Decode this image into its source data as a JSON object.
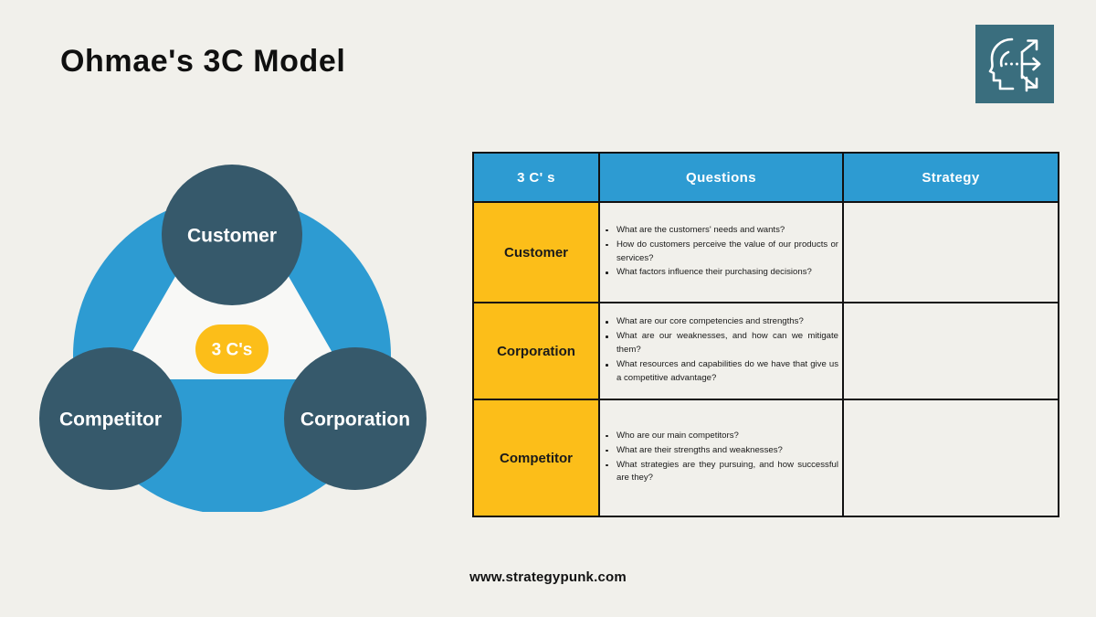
{
  "page": {
    "title": "Ohmae's 3C Model",
    "background_color": "#F1F0EB",
    "footer": "www.strategypunk.com"
  },
  "logo": {
    "name": "head-with-arrows-icon",
    "background_color": "#3A6E7E",
    "stroke_color": "#FFFFFF"
  },
  "colors": {
    "blue": "#2D9BD2",
    "dark_teal": "#36596B",
    "yellow": "#FCBE19",
    "inner_white": "#F8F8F6",
    "border": "#111111",
    "text_dark": "#1A1A1A"
  },
  "diagram": {
    "center_label": "3 C's",
    "nodes": [
      {
        "id": "customer",
        "label": "Customer"
      },
      {
        "id": "competitor",
        "label": "Competitor"
      },
      {
        "id": "corporation",
        "label": "Corporation"
      }
    ]
  },
  "table": {
    "headers": [
      "3 C' s",
      "Questions",
      "Strategy"
    ],
    "rows": [
      {
        "name": "Customer",
        "questions": [
          "What are the customers' needs and wants?",
          "How do customers perceive the value of our products or services?",
          "What factors influence their purchasing decisions?"
        ],
        "strategy": ""
      },
      {
        "name": "Corporation",
        "questions": [
          "What are our core competencies and strengths?",
          "What are our weaknesses, and how can we mitigate them?",
          "What resources and capabilities do we have that give us a competitive advantage?"
        ],
        "strategy": ""
      },
      {
        "name": "Competitor",
        "questions": [
          "Who are our main competitors?",
          "What are their strengths and weaknesses?",
          "What strategies are they pursuing, and how successful are they?"
        ],
        "strategy": ""
      }
    ]
  }
}
